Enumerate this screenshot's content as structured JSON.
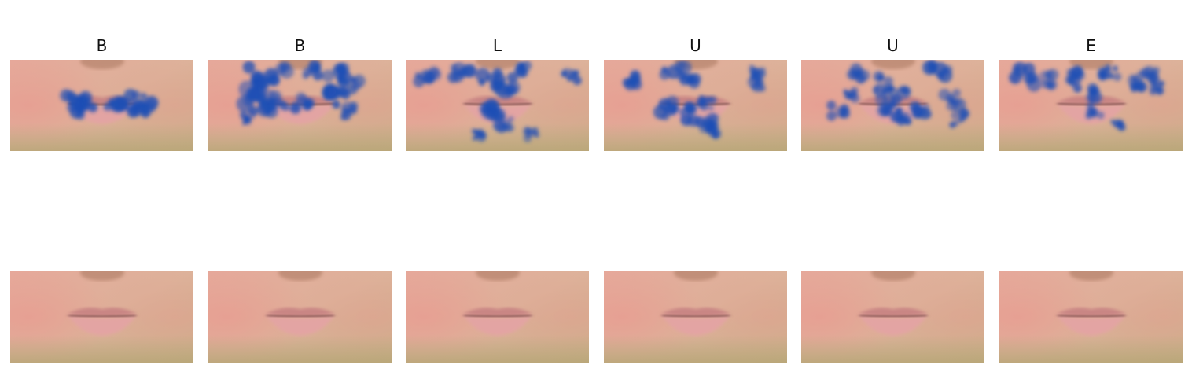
{
  "frames": [
    {
      "label": "B"
    },
    {
      "label": "B"
    },
    {
      "label": "L"
    },
    {
      "label": "U"
    },
    {
      "label": "U"
    },
    {
      "label": "E"
    }
  ],
  "rows": [
    {
      "name": "saliency-overlay-row",
      "overlay_color": "#1f4fb5"
    },
    {
      "name": "original-frame-row"
    }
  ]
}
